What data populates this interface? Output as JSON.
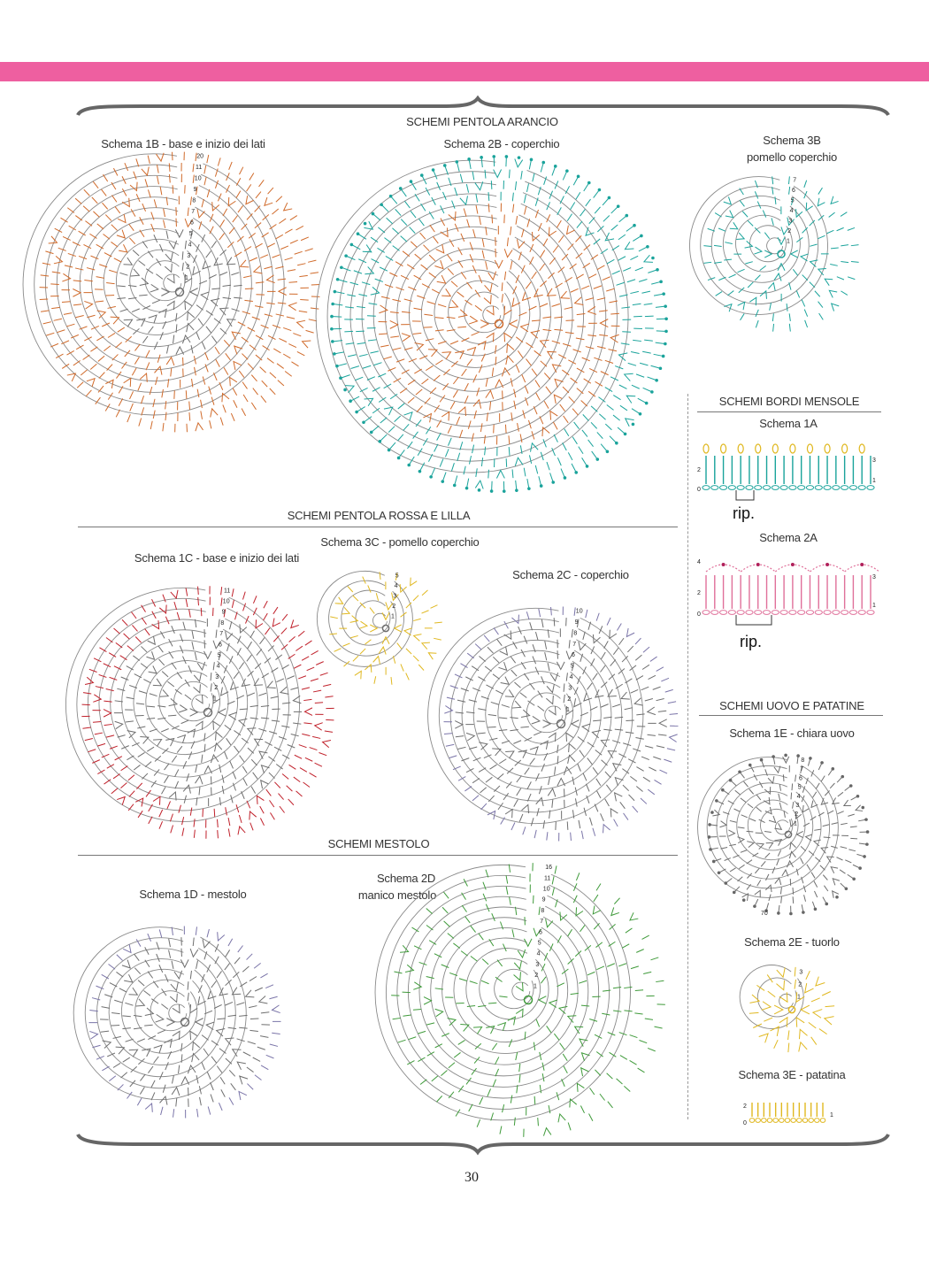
{
  "page_number": "30",
  "colors": {
    "band": "#ee5fa0",
    "orange": "#d06a2a",
    "teal": "#1aa39b",
    "red": "#c0202a",
    "grey": "#6e6e6e",
    "purple": "#7a74a8",
    "yellow": "#e0b820",
    "green": "#3f9a3a",
    "pink": "#e0709a",
    "magenta": "#b0205a"
  },
  "sections": {
    "pentola_arancio": "SCHEMI PENTOLA ARANCIO",
    "pentola_rossa": "SCHEMI PENTOLA ROSSA E LILLA",
    "mestolo": "SCHEMI MESTOLO",
    "bordi_mensole": "SCHEMI BORDI MENSOLE",
    "uovo_patatine": "SCHEMI UOVO E PATATINE"
  },
  "captions": {
    "s1b": "Schema 1B - base e inizio dei lati",
    "s2b": "Schema 2B - coperchio",
    "s3b_1": "Schema 3B",
    "s3b_2": "pomello coperchio",
    "s3c": "Schema 3C - pomello coperchio",
    "s1c": "Schema 1C - base e inizio dei lati",
    "s2c": "Schema 2C - coperchio",
    "s1d": "Schema 1D - mestolo",
    "s2d_1": "Schema 2D",
    "s2d_2": "manico mestolo",
    "s1a": "Schema 1A",
    "s2a": "Schema 2A",
    "rip": "rip.",
    "s1e": "Schema 1E - chiara uovo",
    "s2e": "Schema 2E - tuorlo",
    "s3e": "Schema 3E - patatina"
  },
  "round_labels": {
    "s1b": [
      "1",
      "2",
      "3",
      "4",
      "5",
      "6",
      "7",
      "8",
      "9",
      "10",
      "11",
      "20"
    ],
    "s3b": [
      "1",
      "2",
      "3",
      "4",
      "5",
      "6",
      "7"
    ],
    "s3c": [
      "1",
      "2",
      "3",
      "4",
      "5"
    ],
    "s1c": [
      "1",
      "2",
      "3",
      "4",
      "5",
      "6",
      "7",
      "8",
      "9",
      "10",
      "11"
    ],
    "s2c": [
      "1",
      "2",
      "3",
      "4",
      "5",
      "6",
      "7",
      "8",
      "9",
      "10"
    ],
    "s2d": [
      "1",
      "2",
      "3",
      "4",
      "5",
      "6",
      "7",
      "8",
      "9",
      "10",
      "11",
      "16"
    ],
    "s1e": [
      "1",
      "2",
      "3",
      "4",
      "5",
      "6",
      "7",
      "8"
    ],
    "s1e_end": "70",
    "s2e": [
      "1",
      "2",
      "3"
    ],
    "s1a": [
      "0",
      "1",
      "2",
      "3"
    ],
    "s2a": [
      "0",
      "1",
      "2",
      "3",
      "4"
    ],
    "s3e": [
      "0",
      "1",
      "2"
    ]
  }
}
